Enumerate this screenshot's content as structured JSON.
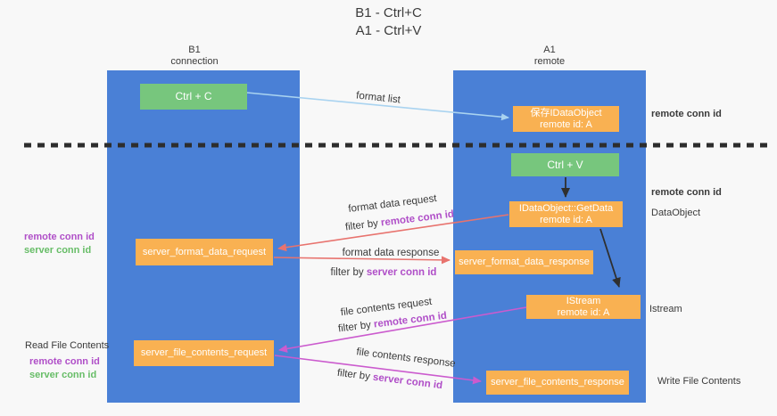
{
  "colors": {
    "background": "#f8f8f8",
    "column_blue": "#4a80d6",
    "node_green": "#77c67d",
    "node_orange": "#f9b152",
    "accent_purple": "#b04fc8",
    "accent_green": "#67bd67",
    "arrow_light_blue": "#a9d3f0",
    "arrow_salmon": "#e8736e",
    "arrow_magenta": "#cb5bce",
    "arrow_black": "#2f2f2f",
    "dashed_line": "#2d2d2d"
  },
  "title": {
    "line1": "B1 - Ctrl+C",
    "line2": "A1 - Ctrl+V"
  },
  "columns": {
    "left": {
      "name": "B1",
      "role": "connection"
    },
    "right": {
      "name": "A1",
      "role": "remote"
    }
  },
  "nodes": {
    "ctrl_c": {
      "label": "Ctrl + C"
    },
    "ctrl_v": {
      "label": "Ctrl + V"
    },
    "save_dataobject": {
      "line1": "保存IDataObject",
      "line2": "remote id: A"
    },
    "getdata": {
      "line1": "IDataObject::GetData",
      "line2": "remote id: A"
    },
    "istream": {
      "line1": "IStream",
      "line2": "remote id: A"
    },
    "format_request": {
      "label": "server_format_data_request"
    },
    "format_response": {
      "label": "server_format_data_response"
    },
    "file_request": {
      "label": "server_file_contents_request"
    },
    "file_response": {
      "label": "server_file_contents_response"
    }
  },
  "flow_labels": {
    "format_list": "format list",
    "format_data_request": "format data request",
    "format_data_request_filter": {
      "prefix": "filter by ",
      "value": "remote conn id"
    },
    "format_data_response": "format data response",
    "format_data_response_filter": {
      "prefix": "filter by ",
      "value": "server conn id"
    },
    "file_contents_request": "file contents request",
    "file_contents_request_filter": {
      "prefix": "filter by ",
      "value": "remote conn id"
    },
    "file_contents_response": "file contents response",
    "file_contents_response_filter": {
      "prefix": "filter by ",
      "value": "server conn id"
    }
  },
  "side_labels": {
    "left_format": {
      "remote": "remote conn id",
      "server": "server conn id"
    },
    "left_read": "Read File Contents",
    "left_file": {
      "remote": "remote conn id",
      "server": "server conn id"
    },
    "right_top": "remote conn id",
    "right_mid": "remote conn id",
    "right_dataobject": "DataObject",
    "right_istream": "Istream",
    "right_write": "Write File Contents"
  }
}
